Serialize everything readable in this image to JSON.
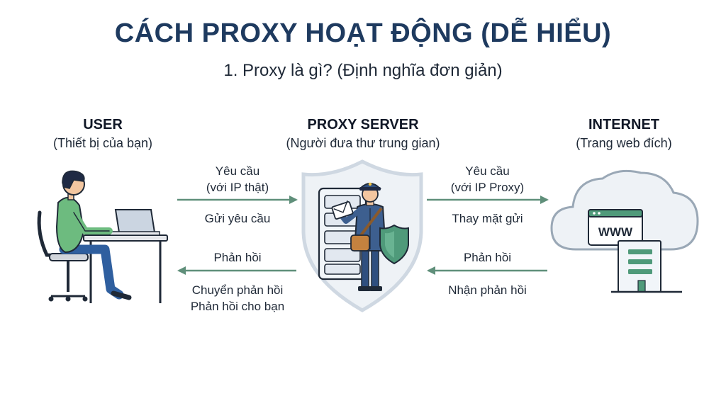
{
  "title": "CÁCH PROXY HOẠT ĐỘNG (DỄ HIỂU)",
  "subtitle": "1. Proxy là gì? (Định nghĩa đơn giản)",
  "nodes": {
    "user": {
      "heading": "USER",
      "caption": "(Thiết bị của bạn)"
    },
    "proxy": {
      "heading": "PROXY SERVER",
      "caption": "(Người đưa thư trung gian)"
    },
    "internet": {
      "heading": "INTERNET",
      "caption": "(Trang web đích)",
      "screen_text": "WWW"
    }
  },
  "flows": {
    "user_to_proxy": {
      "above_line1": "Yêu cầu",
      "above_line2": "(với IP thật)",
      "below": "Gửi yêu cầu"
    },
    "proxy_to_internet": {
      "above_line1": "Yêu cầu",
      "above_line2": "(với IP Proxy)",
      "below": "Thay mặt gửi"
    },
    "internet_to_proxy": {
      "above": "Phản hồi",
      "below": "Nhận phản hồi"
    },
    "proxy_to_user": {
      "above": "Phản hồi",
      "below_line1": "Chuyển phản hồi",
      "below_line2": "Phản hồi cho bạn"
    }
  },
  "colors": {
    "title": "#1e3a5f",
    "arrow": "#5f8f7a",
    "uniform": "#3d5f8f",
    "shield": "#d7dee6",
    "badge_shield": "#4f9a7a",
    "shirt": "#6dbb7f",
    "cloud_stroke": "#9aa8b6"
  },
  "icons": [
    "user-at-desk-icon",
    "laptop-icon",
    "postman-icon",
    "envelope-icon",
    "shield-icon",
    "server-rack-icon",
    "cloud-icon",
    "browser-window-icon",
    "building-icon"
  ]
}
